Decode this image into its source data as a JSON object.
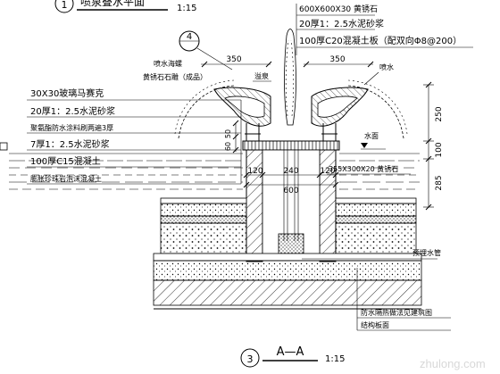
{
  "top_title": {
    "number": "1",
    "fragment": "喷泉叠水平面",
    "scale": "1:15"
  },
  "bottom_title": {
    "number": "3",
    "label": "A—A",
    "scale": "1:15"
  },
  "detail_marker": "4",
  "right_callouts": [
    "600X600X30 黄锈石",
    "20厚1：2.5水泥砂浆",
    "100厚C20混凝土板（配双向Φ8@200）"
  ],
  "left_callouts": [
    "30X30玻璃马赛克",
    "20厚1：2.5水泥砂浆",
    "聚氨酯防水涂料刷两遍3厚",
    "7厚1：2.5水泥砂浆",
    "100厚C15混凝土",
    "膨胀珍珠岩泡沫混凝土"
  ],
  "sculpture_label": [
    "喷水海螺",
    "黄锈石石雕（成品）"
  ],
  "labels": {
    "overflow": "溢泉",
    "spray": "喷水",
    "water_surface": "水面",
    "pipe_note": "预埋水管",
    "waterproof": "防水隔热做法见建筑图",
    "structure": "结构板面",
    "stone_block": "355X300X20 黄锈石",
    "watermark": "zhulong.com"
  },
  "dims": {
    "top_left": "350",
    "top_right": "350",
    "v_250": "250",
    "v_100": "100",
    "v_285": "285",
    "v_50": "50",
    "v_60": "60",
    "b_120a": "120",
    "b_240": "240",
    "b_120b": "120",
    "b_600": "600"
  }
}
